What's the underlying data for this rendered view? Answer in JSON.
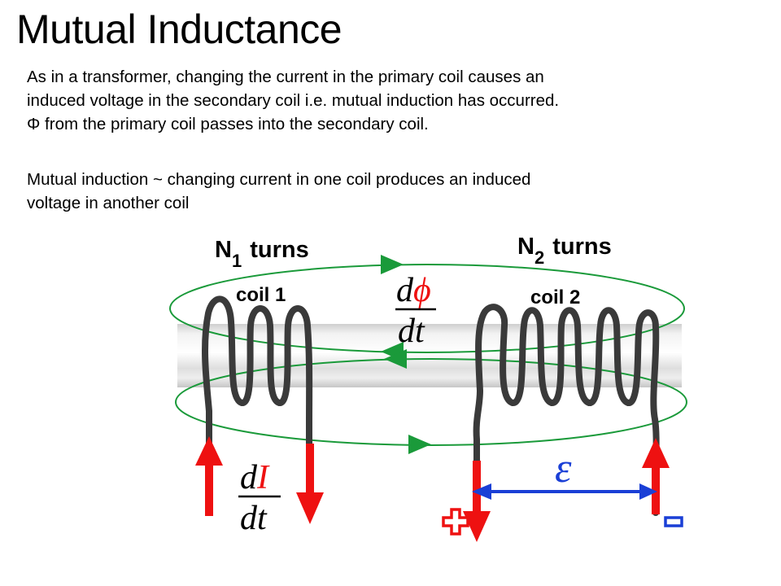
{
  "title": "Mutual Inductance",
  "paragraph1": [
    "As in a transformer, changing the current in the primary coil causes an",
    "induced voltage in the secondary coil i.e. mutual induction has occurred.",
    "Φ from the primary coil passes into the secondary coil."
  ],
  "paragraph2": [
    "Mutual induction ~ changing current in one coil produces an induced",
    "voltage in another coil"
  ],
  "diagram": {
    "n1_letter": "N",
    "n1_sub": "1",
    "n1_turns": "turns",
    "n2_letter": "N",
    "n2_sub": "2",
    "n2_turns": "turns",
    "coil1_label": "coil 1",
    "coil2_label": "coil 2",
    "flux_num_d": "d",
    "flux_num_phi": "ϕ",
    "flux_den": "dt",
    "current_num_d": "d",
    "current_num_I": "I",
    "current_den": "dt",
    "emf_symbol": "ε",
    "colors": {
      "flux": "#1a9a3a",
      "current": "#ee1111",
      "emf": "#1a3fd6",
      "coil": "#3a3a3a"
    }
  }
}
